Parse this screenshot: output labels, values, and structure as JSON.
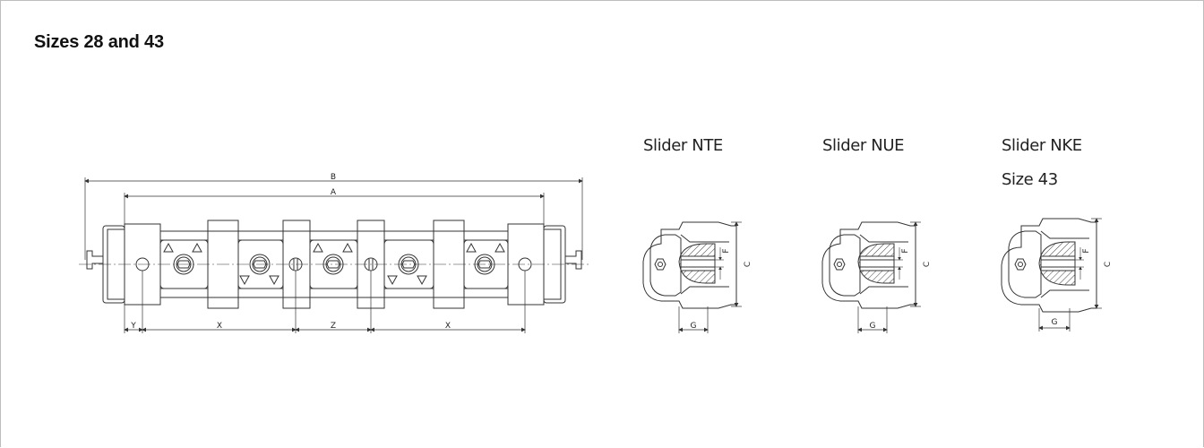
{
  "title": "Sizes 28 and 43",
  "sliders": {
    "nte": {
      "label": "Slider NTE"
    },
    "nue": {
      "label": "Slider NUE"
    },
    "nke": {
      "label": "Slider NKE",
      "sublabel": "Size 43"
    }
  },
  "dimensions": {
    "b": "B",
    "a": "A",
    "y": "Y",
    "x1": "X",
    "z": "Z",
    "x2": "X",
    "g": "G",
    "c": "C",
    "f": "F"
  },
  "colors": {
    "line": "#333333",
    "frame": "#bdbdbd"
  }
}
